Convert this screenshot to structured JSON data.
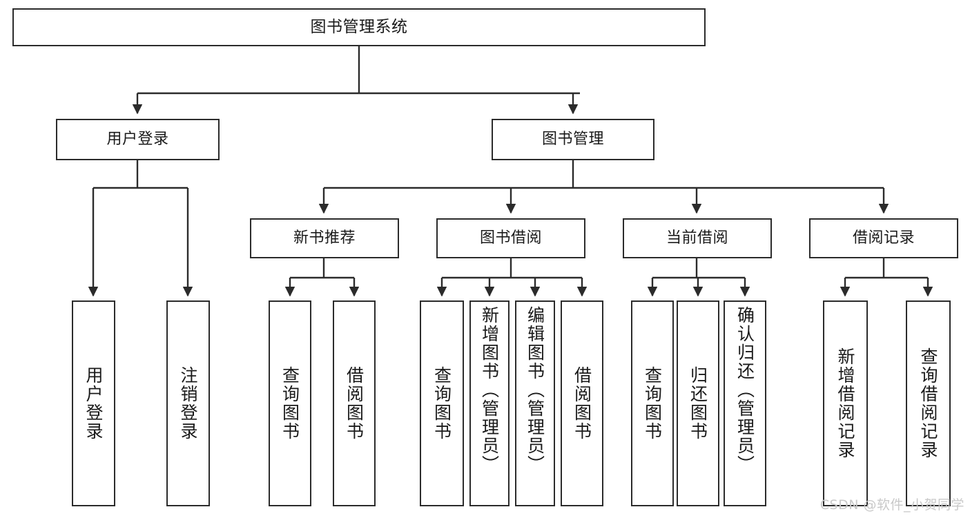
{
  "diagram": {
    "type": "tree",
    "title": "图书管理系统",
    "orientation": "top-down",
    "levels": 4,
    "colors": {
      "stroke": "#2b2b2b",
      "fill": "#ffffff",
      "text": "#1a1a1a",
      "watermark": "#c9c9c9"
    },
    "nodes": {
      "root": {
        "label": "图书管理系统"
      },
      "level2": [
        {
          "id": "user-login",
          "label": "用户登录"
        },
        {
          "id": "book-manage",
          "label": "图书管理"
        }
      ],
      "level3": [
        {
          "id": "new-book-recommend",
          "label": "新书推荐"
        },
        {
          "id": "book-borrow",
          "label": "图书借阅"
        },
        {
          "id": "current-borrow",
          "label": "当前借阅"
        },
        {
          "id": "borrow-record",
          "label": "借阅记录"
        }
      ],
      "leaves": {
        "user-login": [
          {
            "id": "leaf-user-login",
            "label": "用户登录"
          },
          {
            "id": "leaf-logout-login",
            "label": "注销登录"
          }
        ],
        "new-book-recommend": [
          {
            "id": "leaf-query-book-1",
            "label": "查询图书"
          },
          {
            "id": "leaf-borrow-book-1",
            "label": "借阅图书"
          }
        ],
        "book-borrow": [
          {
            "id": "leaf-query-book-2",
            "label": "查询图书"
          },
          {
            "id": "leaf-add-book",
            "label": "新增图书（管理员）"
          },
          {
            "id": "leaf-edit-book",
            "label": "编辑图书（管理员）"
          },
          {
            "id": "leaf-borrow-book-2",
            "label": "借阅图书"
          }
        ],
        "current-borrow": [
          {
            "id": "leaf-query-book-3",
            "label": "查询图书"
          },
          {
            "id": "leaf-return-book",
            "label": "归还图书"
          },
          {
            "id": "leaf-confirm-return",
            "label": "确认归还（管理员）"
          }
        ],
        "borrow-record": [
          {
            "id": "leaf-add-record",
            "label": "新增借阅记录"
          },
          {
            "id": "leaf-query-record",
            "label": "查询借阅记录"
          }
        ]
      }
    },
    "watermark": "CSDN @软件_小贺同学"
  }
}
